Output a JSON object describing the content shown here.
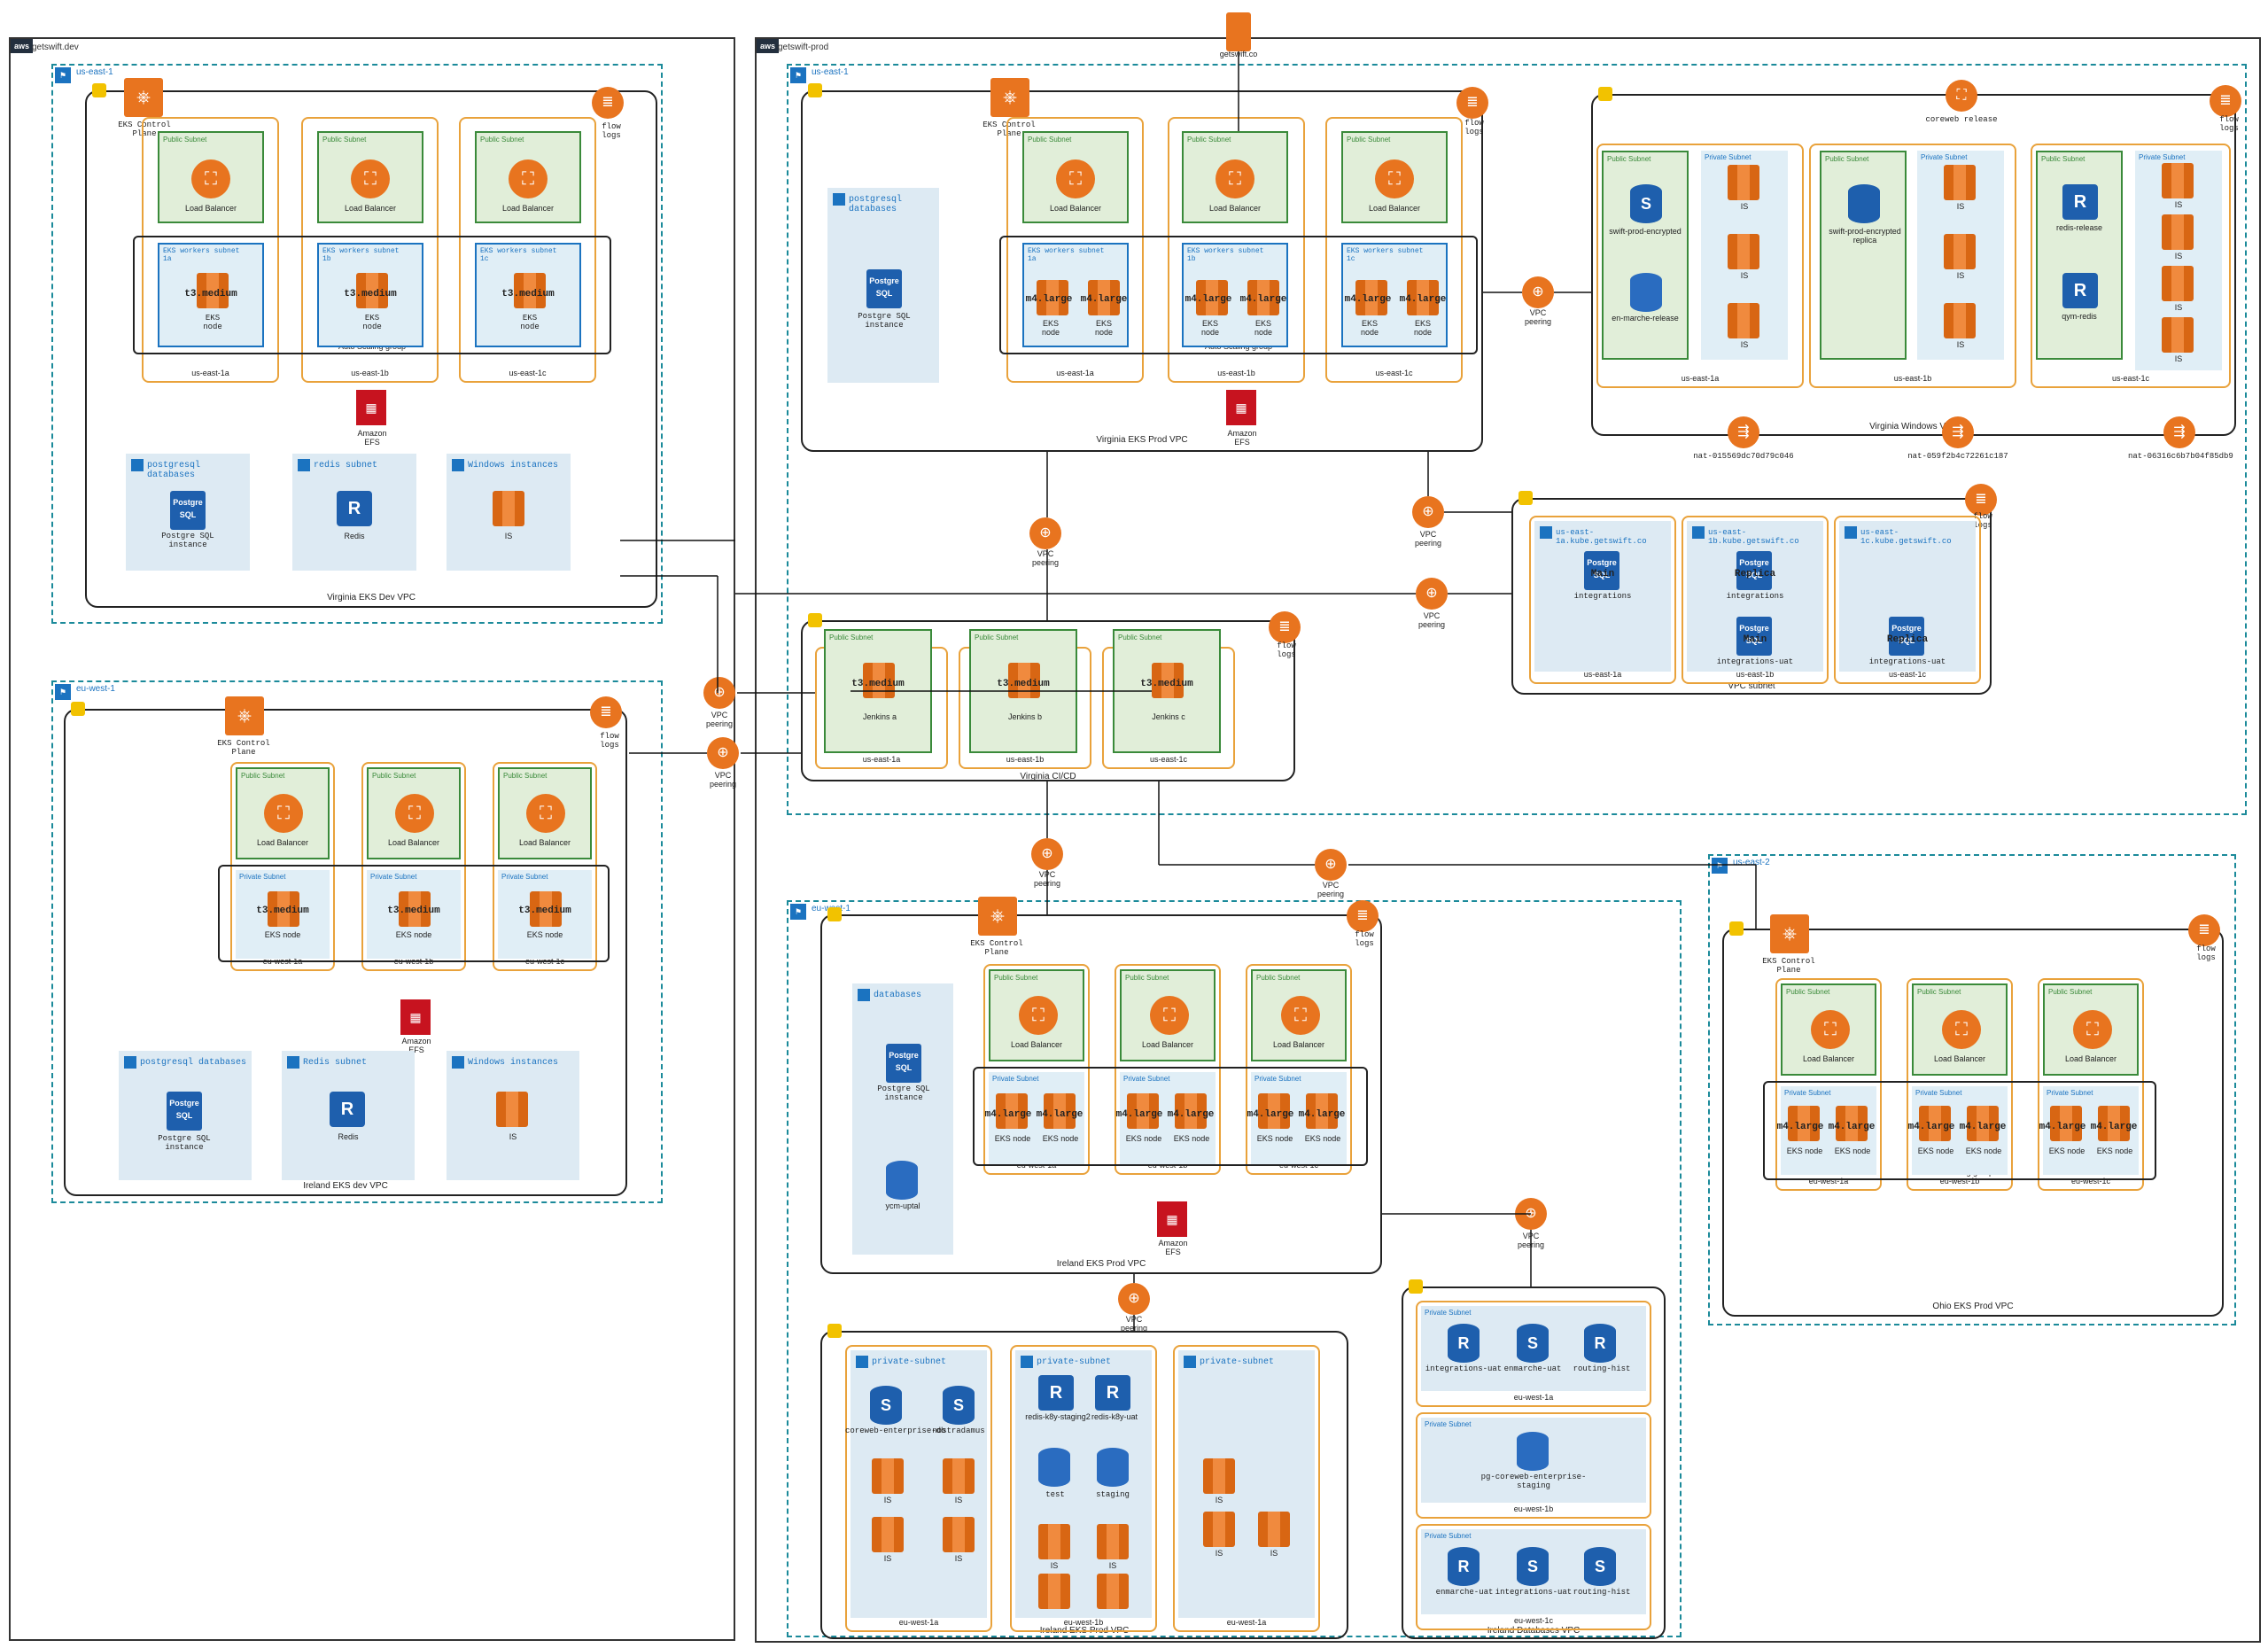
{
  "accounts": {
    "dev": {
      "name": "getswift.dev",
      "tag": "aws"
    },
    "prod": {
      "name": "getswift-prod",
      "tag": "aws"
    }
  },
  "regions": {
    "dev_use1": "us-east-1",
    "dev_euw1": "eu-west-1",
    "prod_use1": "us-east-1",
    "prod_euw1": "eu-west-1",
    "prod_use2": "us-east-2"
  },
  "common": {
    "eks_control": "EKS Control Plane",
    "flow_logs": "flow logs",
    "public_subnet": "Public Subnet",
    "private_subnet": "Private Subnet",
    "load_balancer": "Load Balancer",
    "eks_node": "EKS node",
    "auto_scaling": "Auto Scaling group",
    "amazon_efs": "Amazon EFS",
    "vpc_peering": "VPC peering",
    "postgres_instance": "Postgre SQL instance",
    "is": "IS"
  },
  "dev_use1": {
    "workers": [
      "EKS workers subnet 1a",
      "EKS workers subnet 1b",
      "EKS workers subnet 1c"
    ],
    "nodes": [
      "t3.medium",
      "t3.medium",
      "t3.medium"
    ],
    "azs": [
      "us-east-1a",
      "us-east-1b",
      "us-east-1c"
    ],
    "groups": [
      "postgresql databases",
      "redis subnet",
      "Windows instances"
    ],
    "redis": "Redis",
    "vpc": "Virginia EKS Dev VPC"
  },
  "dev_euw1": {
    "nodes": [
      "t3.medium",
      "t3.medium",
      "t3.medium"
    ],
    "azs": [
      "eu-west-1a",
      "eu-west-1b",
      "eu-west-1c"
    ],
    "groups": [
      "postgresql databases",
      "Redis subnet",
      "Windows instances"
    ],
    "redis": "Redis",
    "vpc": "Ireland EKS  dev VPC"
  },
  "prod_use1": {
    "top_service": "getswift.co",
    "pg_group": "postgresql databases",
    "workers": [
      "EKS workers subnet 1a",
      "EKS workers subnet 1b",
      "EKS workers subnet 1c"
    ],
    "nodes": [
      "m4.large",
      "m4.large",
      "m4.large",
      "m4.large",
      "m4.large",
      "m4.large"
    ],
    "azs": [
      "us-east-1a",
      "us-east-1b",
      "us-east-1c"
    ],
    "vpc": "Virginia EKS  Prod VPC",
    "win": {
      "top": "coreweb release",
      "dbs": [
        "swift-prod-encrypted",
        "en-marche-release",
        "swift-prod-encrypted replica",
        "redis-release",
        "qym-redis"
      ],
      "azs": [
        "us-east-1a",
        "us-east-1b",
        "us-east-1c"
      ],
      "vpc": "Virginia Windows VPC",
      "nats": [
        "nat-015569dc70d79c046",
        "nat-059f2b4c72261c187",
        "nat-06316c6b7b04f85db9"
      ]
    },
    "subnets": {
      "names": [
        "us-east-1a.kube.getswift.co",
        "us-east-1b.kube.getswift.co",
        "us-east-1c.kube.getswift.co"
      ],
      "dbs": [
        [
          "Main",
          "integrations"
        ],
        [
          "Replica",
          "integrations"
        ],
        [
          "Main",
          "integrations-uat"
        ],
        [
          "Replica",
          "integrations-uat"
        ]
      ],
      "azs": [
        "us-east-1a",
        "us-east-1b",
        "us-east-1c"
      ],
      "vpc": "VPC subnet"
    },
    "cicd": {
      "nodes": [
        "t3.medium",
        "t3.medium",
        "t3.medium"
      ],
      "jenkins": [
        "Jenkins a",
        "Jenkins b",
        "Jenkins c"
      ],
      "azs": [
        "us-east-1a",
        "us-east-1b",
        "us-east-1c"
      ],
      "vpc": "Virginia CI/CD"
    }
  },
  "prod_euw1": {
    "db_group": "databases",
    "db_extra": "ycm-uptal",
    "nodes": [
      "m4.large",
      "m4.large",
      "m4.large",
      "m4.large",
      "m4.large",
      "m4.large"
    ],
    "azs": [
      "eu-west-1a",
      "eu-west-1b",
      "eu-west-1c"
    ],
    "vpc": "Ireland EKS  Prod VPC",
    "private": {
      "title": "private-subnet",
      "s3": [
        "coreweb-enterprise-db",
        "nostradamus"
      ],
      "redis": [
        "redis-k8y-staging2",
        "redis-k8y-uat"
      ],
      "dbs": [
        "test",
        "staging"
      ],
      "azs": [
        "eu-west-1a",
        "eu-west-1b",
        "eu-west-1a"
      ],
      "vpc": "Ireland EKS Prod VPC"
    },
    "dbvpc": {
      "row1": [
        "integrations-uat",
        "enmarche-uat",
        "routing-hist"
      ],
      "row2": "pg-coreweb-enterprise-staging",
      "row3": [
        "enmarche-uat",
        "integrations-uat",
        "routing-hist"
      ],
      "azs": [
        "eu-west-1a",
        "eu-west-1b",
        "eu-west-1c"
      ],
      "vpc": "Ireland Databases VPC"
    }
  },
  "prod_use2": {
    "nodes": [
      "m4.large",
      "m4.large",
      "m4.large",
      "m4.large",
      "m4.large",
      "m4.large"
    ],
    "azs": [
      "eu-west-1a",
      "eu-west-1b",
      "eu-west-1c"
    ],
    "vpc": "Ohio EKS  Prod VPC"
  },
  "colors": {
    "orange": "#e8741f",
    "green": "#3a8a3a",
    "blue": "#1b73c0",
    "region": "#1b8a9a"
  }
}
